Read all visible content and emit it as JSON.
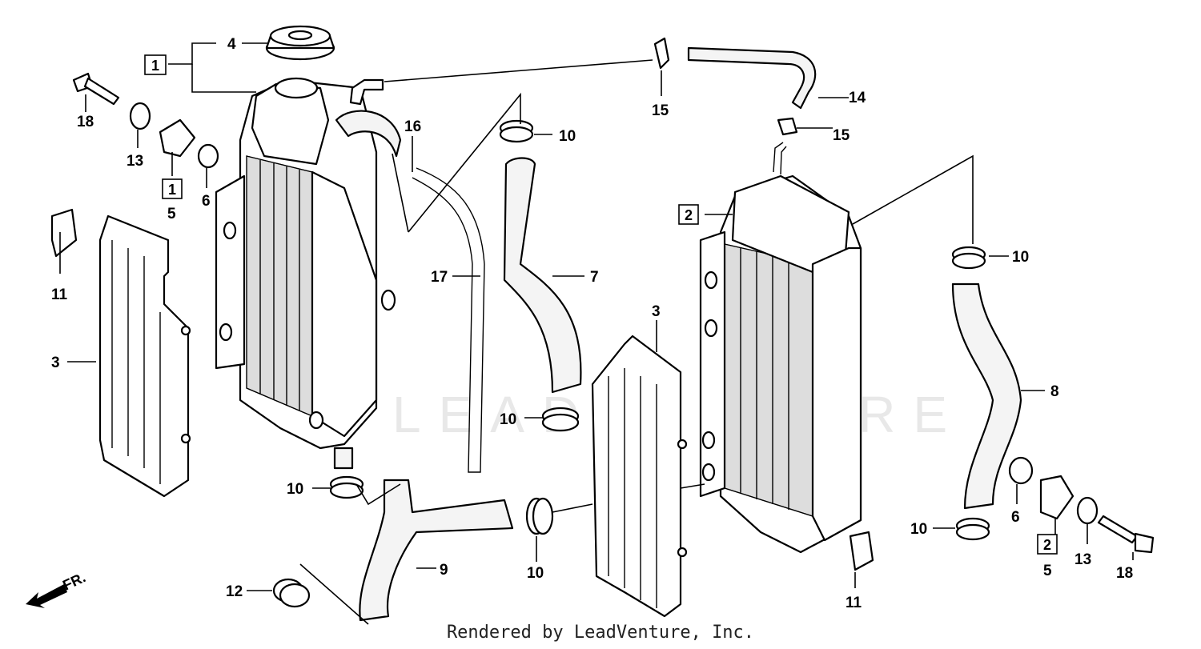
{
  "footer": "Rendered by LeadVenture, Inc.",
  "watermark": "LEADVENTURE",
  "front_indicator": "FR.",
  "labels": {
    "l4": "4",
    "l1a": "1",
    "l18a": "18",
    "l13a": "13",
    "l1b": "1",
    "l5a": "5",
    "l6a": "6",
    "l16": "16",
    "l15a": "15",
    "l14": "14",
    "l15b": "15",
    "l10a": "10",
    "l2a": "2",
    "l10b": "10",
    "l11a": "11",
    "l3a": "3",
    "l17": "17",
    "l7": "7",
    "l3b": "3",
    "l8": "8",
    "l10c": "10",
    "l10d": "10",
    "l6b": "6",
    "l10e": "10",
    "l2b": "2",
    "l13b": "13",
    "l5b": "5",
    "l18b": "18",
    "l10f": "10",
    "l9": "9",
    "l12": "12",
    "l11b": "11"
  }
}
